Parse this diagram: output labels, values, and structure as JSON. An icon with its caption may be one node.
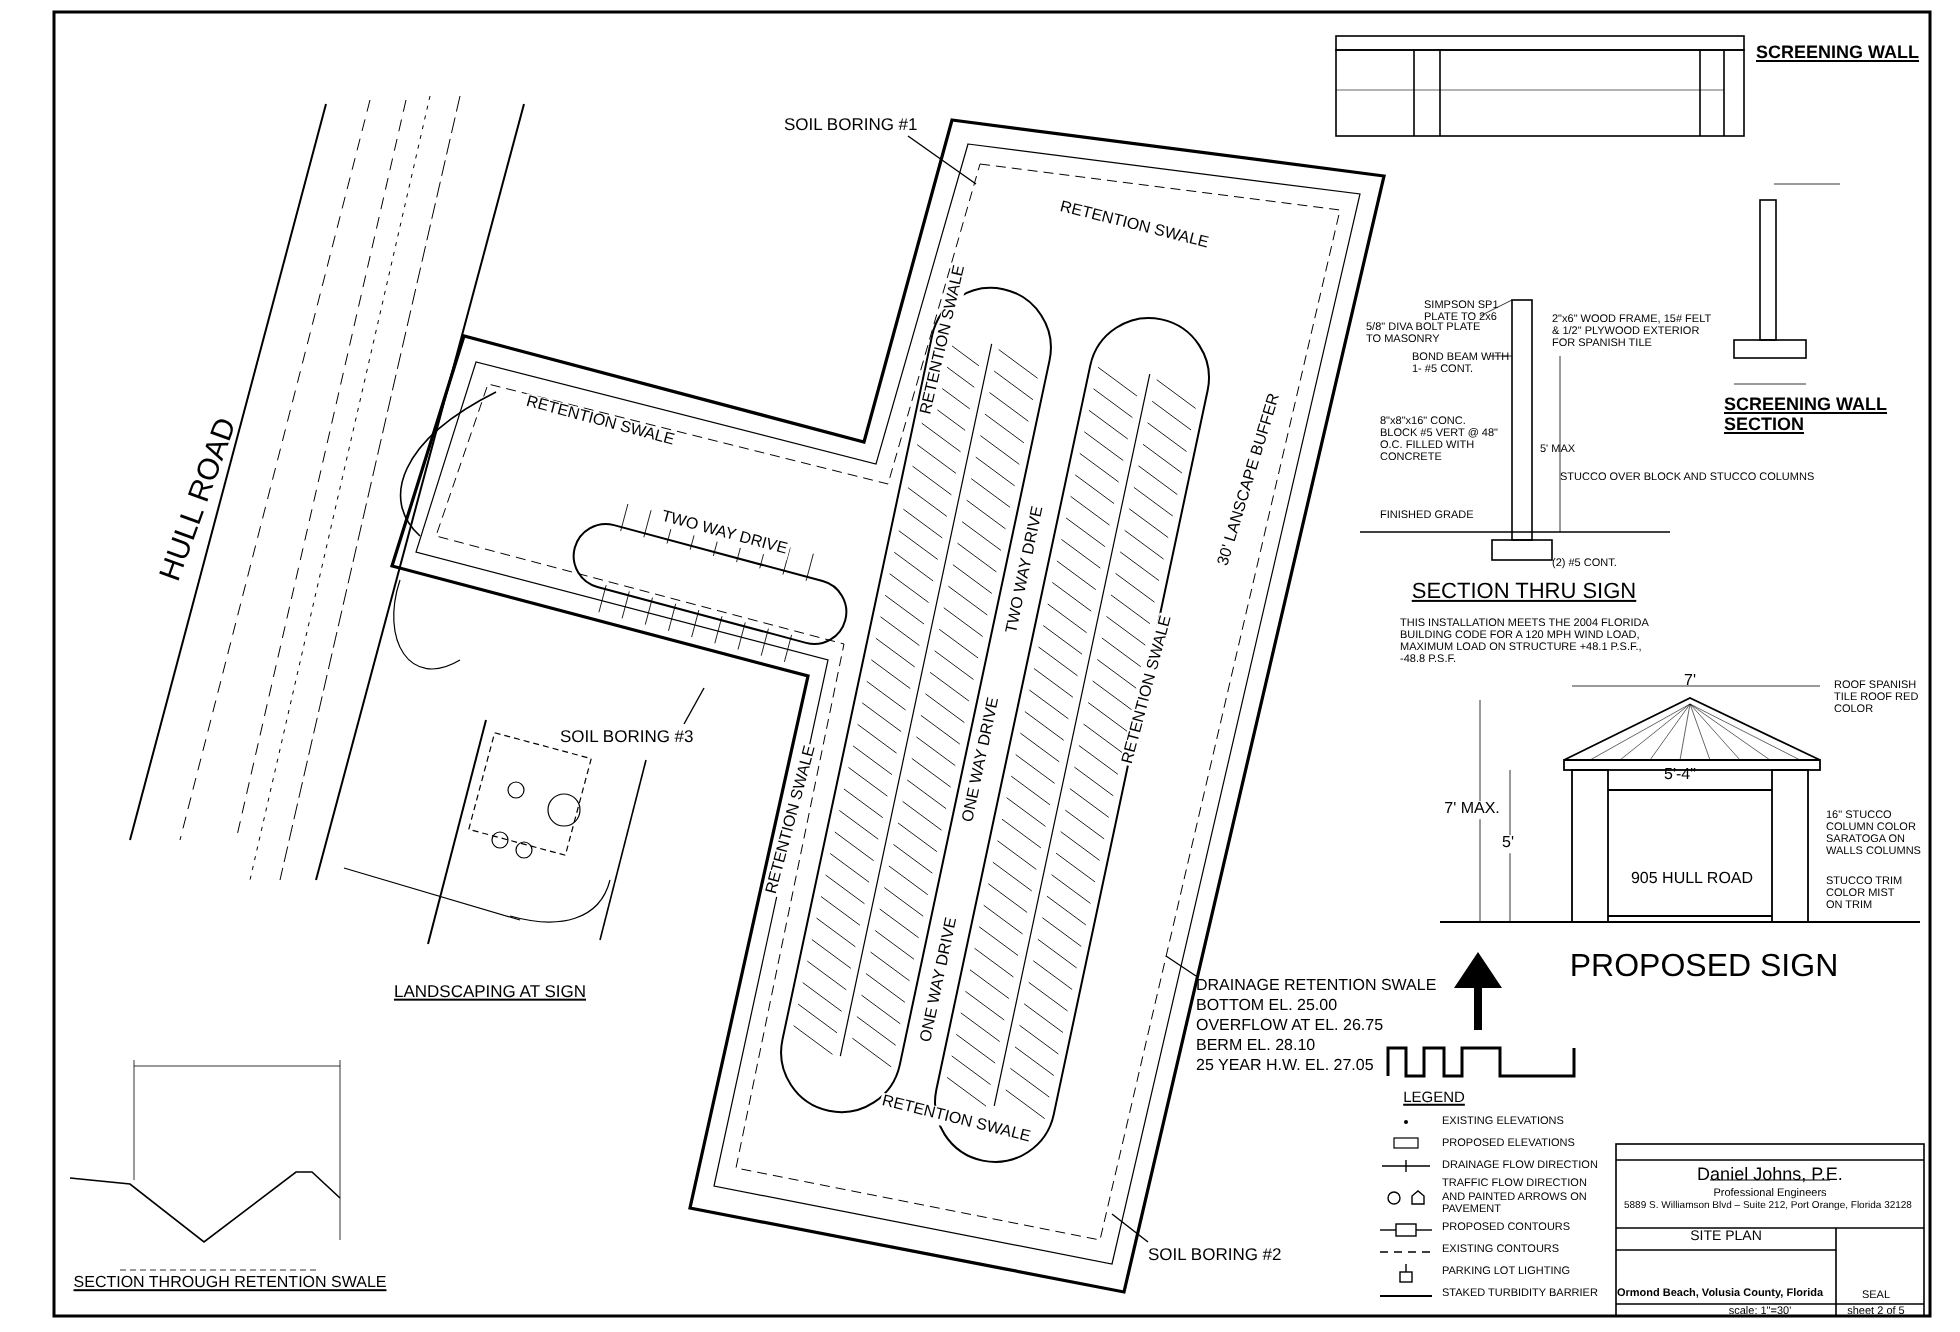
{
  "diagram": {
    "nodes": [
      {
        "text": [
          "SOIL BORING #1"
        ]
      },
      {
        "text": [
          "SOIL BORING #2"
        ]
      },
      {
        "text": [
          "SOIL BORING #3"
        ]
      },
      {
        "text": [
          "DRAINAGE RETENTION SWALE",
          "BOTTOM EL. 25.00",
          "OVERFLOW AT EL. 26.75",
          "BERM EL. 28.10",
          "25 YEAR H.W. EL. 27.05"
        ]
      }
    ],
    "edges": [
      {
        "from": 0,
        "to": null,
        "arrow": "none"
      },
      {
        "from": 1,
        "to": null,
        "arrow": "none"
      },
      {
        "from": 2,
        "to": null,
        "arrow": "none"
      },
      {
        "from": 3,
        "to": null,
        "arrow": "none"
      }
    ],
    "labels": [
      "SCREENING WALL",
      "HULL ROAD",
      "RETENTION SWALE",
      "RETENTION SWALE",
      "RETENTION SWALE",
      "TWO WAY DRIVE",
      "SIMPSON SP1 PLATE TO 2x6",
      "5/8\" DIVA BOLT PLATE TO MASONRY",
      "2\"x6\" WOOD FRAME, 15# FELT & 1/2\" PLYWOOD EXTERIOR FOR SPANISH TILE",
      "BOND BEAM WITH 1- #5 CONT.",
      "SCREENING WALL SECTION",
      "30' LANSCAPE BUFFER",
      "TWO WAY DRIVE",
      "8\"x8\"x16\" CONC. BLOCK #5 VERT @ 48\" O.C. FILLED WITH CONCRETE",
      "5' MAX",
      "STUCCO OVER BLOCK AND STUCCO COLUMNS",
      "FINISHED GRADE",
      "(2) #5 CONT.",
      "ONE WAY DRIVE",
      "ONE WAY DRIVE",
      "SECTION THRU SIGN",
      "THIS INSTALLATION MEETS THE 2004 FLORIDA BUILDING CODE FOR A 120 MPH WIND LOAD, MAXIMUM LOAD ON STRUCTURE +48.1 P.S.F., -48.8 P.S.F.",
      "7'",
      "ROOF SPANISH TILE ROOF RED COLOR",
      "RETENTION SWALE",
      "5'-4\"",
      "7' MAX.",
      "5'",
      "16\" STUCCO COLUMN COLOR SARATOGA ON WALLS COLUMNS",
      "905 HULL ROAD",
      "STUCCO TRIM COLOR MIST ON TRIM",
      "RETENTION SWALE",
      "LANDSCAPING AT SIGN",
      "PROPOSED SIGN",
      "LEGEND",
      "RETENTION SWALE",
      "SECTION THROUGH RETENTION SWALE",
      "Daniel Johns, P.E.",
      "Professional Engineers",
      "5889 S. Williamson Blvd – Suite 212, Port Orange, Florida 32128",
      "SITE PLAN",
      "Ormond Beach, Volusia County, Florida",
      "SEAL",
      "scale: 1\"=30'",
      "sheet 2 of 5"
    ],
    "legend": [
      {
        "text": "EXISTING ELEVATIONS"
      },
      {
        "text": "PROPOSED ELEVATIONS"
      },
      {
        "text": "DRAINAGE FLOW DIRECTION"
      },
      {
        "text": "TRAFFIC FLOW DIRECTION AND PAINTED ARROWS ON PAVEMENT"
      },
      {
        "text": "PROPOSED CONTOURS"
      },
      {
        "text": "EXISTING CONTOURS"
      },
      {
        "text": "PARKING LOT LIGHTING"
      },
      {
        "text": "STAKED TURBIDITY BARRIER"
      }
    ]
  }
}
